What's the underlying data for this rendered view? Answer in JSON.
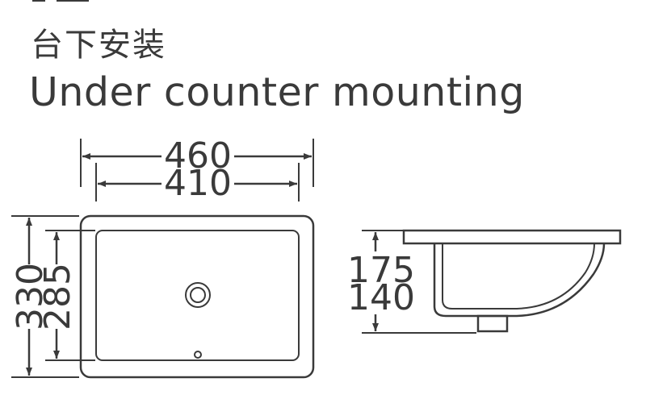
{
  "header": {
    "title_cn": "台下安装",
    "title_en": "Under counter mounting"
  },
  "top_view": {
    "outer_width": "460",
    "inner_width": "410",
    "outer_depth": "330",
    "inner_depth": "285"
  },
  "side_view": {
    "outer_height": "175",
    "inner_height": "140"
  }
}
